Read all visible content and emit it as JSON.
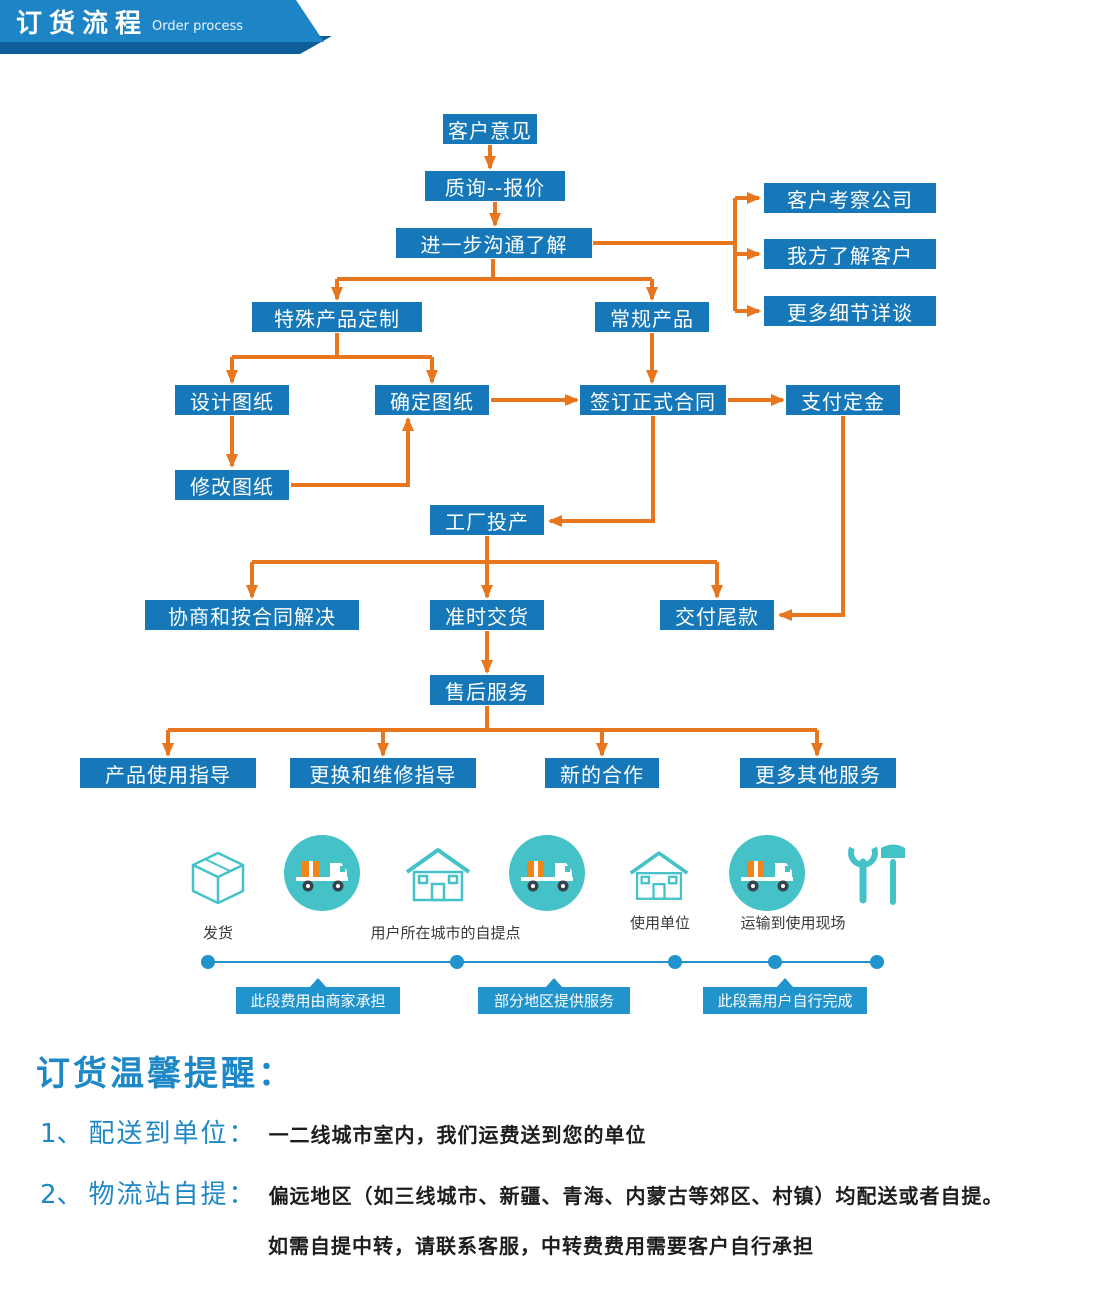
{
  "header": {
    "title": "订货流程",
    "subtitle": "Order process"
  },
  "flow": {
    "customer_feedback": "客户意见",
    "inquiry_quote": "质询--报价",
    "further_communication": "进一步沟通了解",
    "customer_visit_company": "客户考察公司",
    "we_understand_customer": "我方了解客户",
    "more_details_discussion": "更多细节详谈",
    "special_product_customization": "特殊产品定制",
    "regular_product": "常规产品",
    "design_drawings": "设计图纸",
    "confirm_drawings": "确定图纸",
    "sign_formal_contract": "签订正式合同",
    "pay_deposit": "支付定金",
    "modify_drawings": "修改图纸",
    "factory_production": "工厂投产",
    "negotiate_per_contract": "协商和按合同解决",
    "on_time_delivery": "准时交货",
    "pay_balance": "交付尾款",
    "after_sales_service": "售后服务",
    "product_usage_guidance": "产品使用指导",
    "replacement_repair_guidance": "更换和维修指导",
    "new_cooperation": "新的合作",
    "more_other_services": "更多其他服务"
  },
  "logistics": {
    "ship_label": "发货",
    "pickup_point_label": "用户所在城市的自提点",
    "using_unit_label": "使用单位",
    "transport_label": "运输到使用现场",
    "segment_merchant": "此段费用由商家承担",
    "segment_partial": "部分地区提供服务",
    "segment_user": "此段需用户自行完成"
  },
  "notes": {
    "title": "订货温馨提醒：",
    "item1_num": "1、",
    "item1_label": "配送到单位：",
    "item1_text": "一二线城市室内，我们运费送到您的单位",
    "item2_num": "2、",
    "item2_label": "物流站自提：",
    "item2_text": "偏远地区（如三线城市、新疆、青海、内蒙古等郊区、村镇）均配送或者自提。",
    "item2_text2": "如需自提中转，请联系客服，中转费费用需要客户自行承担"
  },
  "colors": {
    "box_blue": "#1678b8",
    "header_blue": "#1d85c5",
    "header_dark": "#0d5e9b",
    "arrow_orange": "#e8761f",
    "teal": "#45c2c8",
    "timeline_blue": "#2193cd",
    "notes_blue": "#1e88c7"
  }
}
